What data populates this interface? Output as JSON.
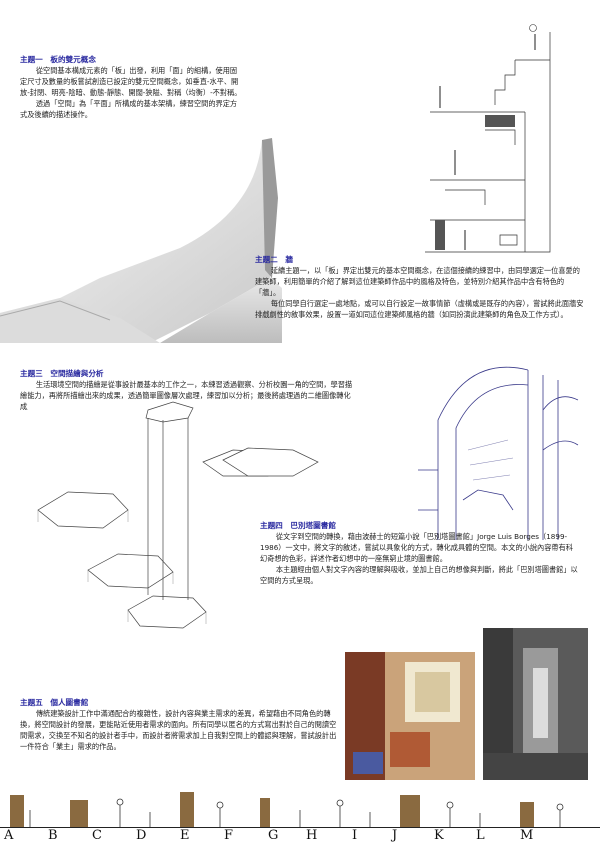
{
  "topics": [
    {
      "title": "主題一　板的雙元概念",
      "paragraphs": [
        "從空間基本構成元素的「板」出發，利用「面」的組構，使用固定尺寸及數量的板嘗試創造已設定的雙元空間概念，如垂直-水平、開放-封閉、明亮-陰暗、動態-靜態、開闊-狹隘、對稱（均衡）-不對稱。",
        "透過「空間」為「平面」所構成的基本架構，練習空間的界定方式及後續的描述操作。"
      ]
    },
    {
      "title": "主題二　牆",
      "paragraphs": [
        "延續主題一，以「板」界定出雙元的基本空間概念，在這個接續的練習中，由同學選定一位喜愛的建築師，利用簡單的介紹了解到這位建築師作品中的風格及特色，並特別介紹其作品中含有特色的「牆」。",
        "每位同學自行選定一處地點，或可以自行設定一故事情節（虛構或是既存的內容），嘗試將此面牆安排戲劇性的敘事效果，設置一道如同這位建築師風格的牆（如同扮演此建築師的角色及工作方式）。"
      ]
    },
    {
      "title": "主題三　空間描繪與分析",
      "paragraphs": [
        "生活環境空間的描繪是從事設計最基本的工作之一，本練習透過觀察、分析校園一角的空間，學習描繪能力，再將所描繪出來的成果，透過簡單圖像層次處理，練習加以分析；最後將處理過的二維圖像轉化成立體層次的作品。"
      ]
    },
    {
      "title": "主題四　巴別塔圖書館",
      "paragraphs": [
        "從文字到空間的轉換，藉由波赫士的短篇小說「巴別塔圖書館」Jorge Luis Borges（1899-1986）一文中，將文字的敘述，嘗試以具象化的方式，轉化成具體的空間。本文的小說內容帶有科幻奇想的色彩，詳述作者幻想中的一座無窮止境的圖書館。",
        "本主題經由個人對文字內容的理解與吸收，並加上自己的想像與判斷，將此「巴別塔圖書館」以空間的方式呈現。"
      ]
    },
    {
      "title": "主題五　個人圖書館",
      "paragraphs": [
        "傳統建築設計工作中滿通配合的複雜性，設計內容與業主需求的差異，希望藉由不同角色的轉換，將空間設計的發展，更能貼近使用者需求的面向。所有同學以匿名的方式寫出對於自己的閱讀空間需求，交換至不知名的設計者手中，而設計者將需求加上自我對空間上的體認與理解，嘗試設計出一件符合「業主」需求的作品。"
      ]
    }
  ],
  "letters": [
    "A",
    "B",
    "C",
    "D",
    "E",
    "F",
    "G",
    "H",
    "I",
    "J",
    "K",
    "L",
    "M"
  ],
  "colors": {
    "heading": "#2a2aa0",
    "text": "#222222"
  }
}
